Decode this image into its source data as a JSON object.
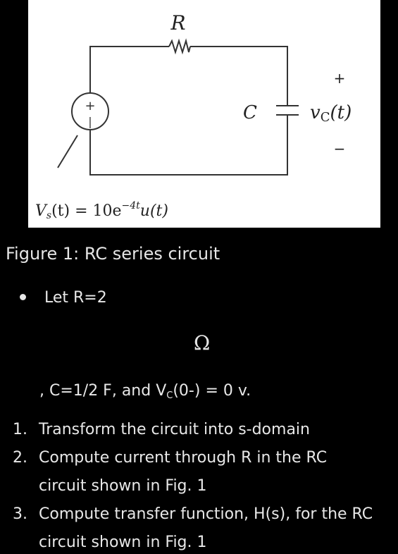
{
  "figure": {
    "resistor_label": "R",
    "capacitor_label": "C",
    "plus_sign": "+",
    "minus_sign": "−",
    "source_plus": "+",
    "source_minus": "|",
    "vc_label_main": "v",
    "vc_label_sub": "C",
    "vc_label_arg": "(t)",
    "source_eq_v": "V",
    "source_eq_s": "s",
    "source_eq_mid": "(t) = 10e",
    "source_eq_exp": "−4t",
    "source_eq_tail": "u(t)"
  },
  "caption": "Figure 1: RC series circuit",
  "bullet_text": "Let R=2",
  "ohm_symbol": "Ω",
  "conditions": {
    "prefix": ", C=1/2 F, and V",
    "sub": "C",
    "suffix": "(0-) = 0 v."
  },
  "tasks": [
    {
      "num": "1.",
      "line1": "Transform the circuit into s-domain",
      "line2": ""
    },
    {
      "num": "2.",
      "line1": "Compute current through R in the RC",
      "line2": "circuit shown in Fig. 1"
    },
    {
      "num": "3.",
      "line1": "Compute transfer function, H(s), for the RC",
      "line2": "circuit shown in Fig. 1"
    }
  ]
}
